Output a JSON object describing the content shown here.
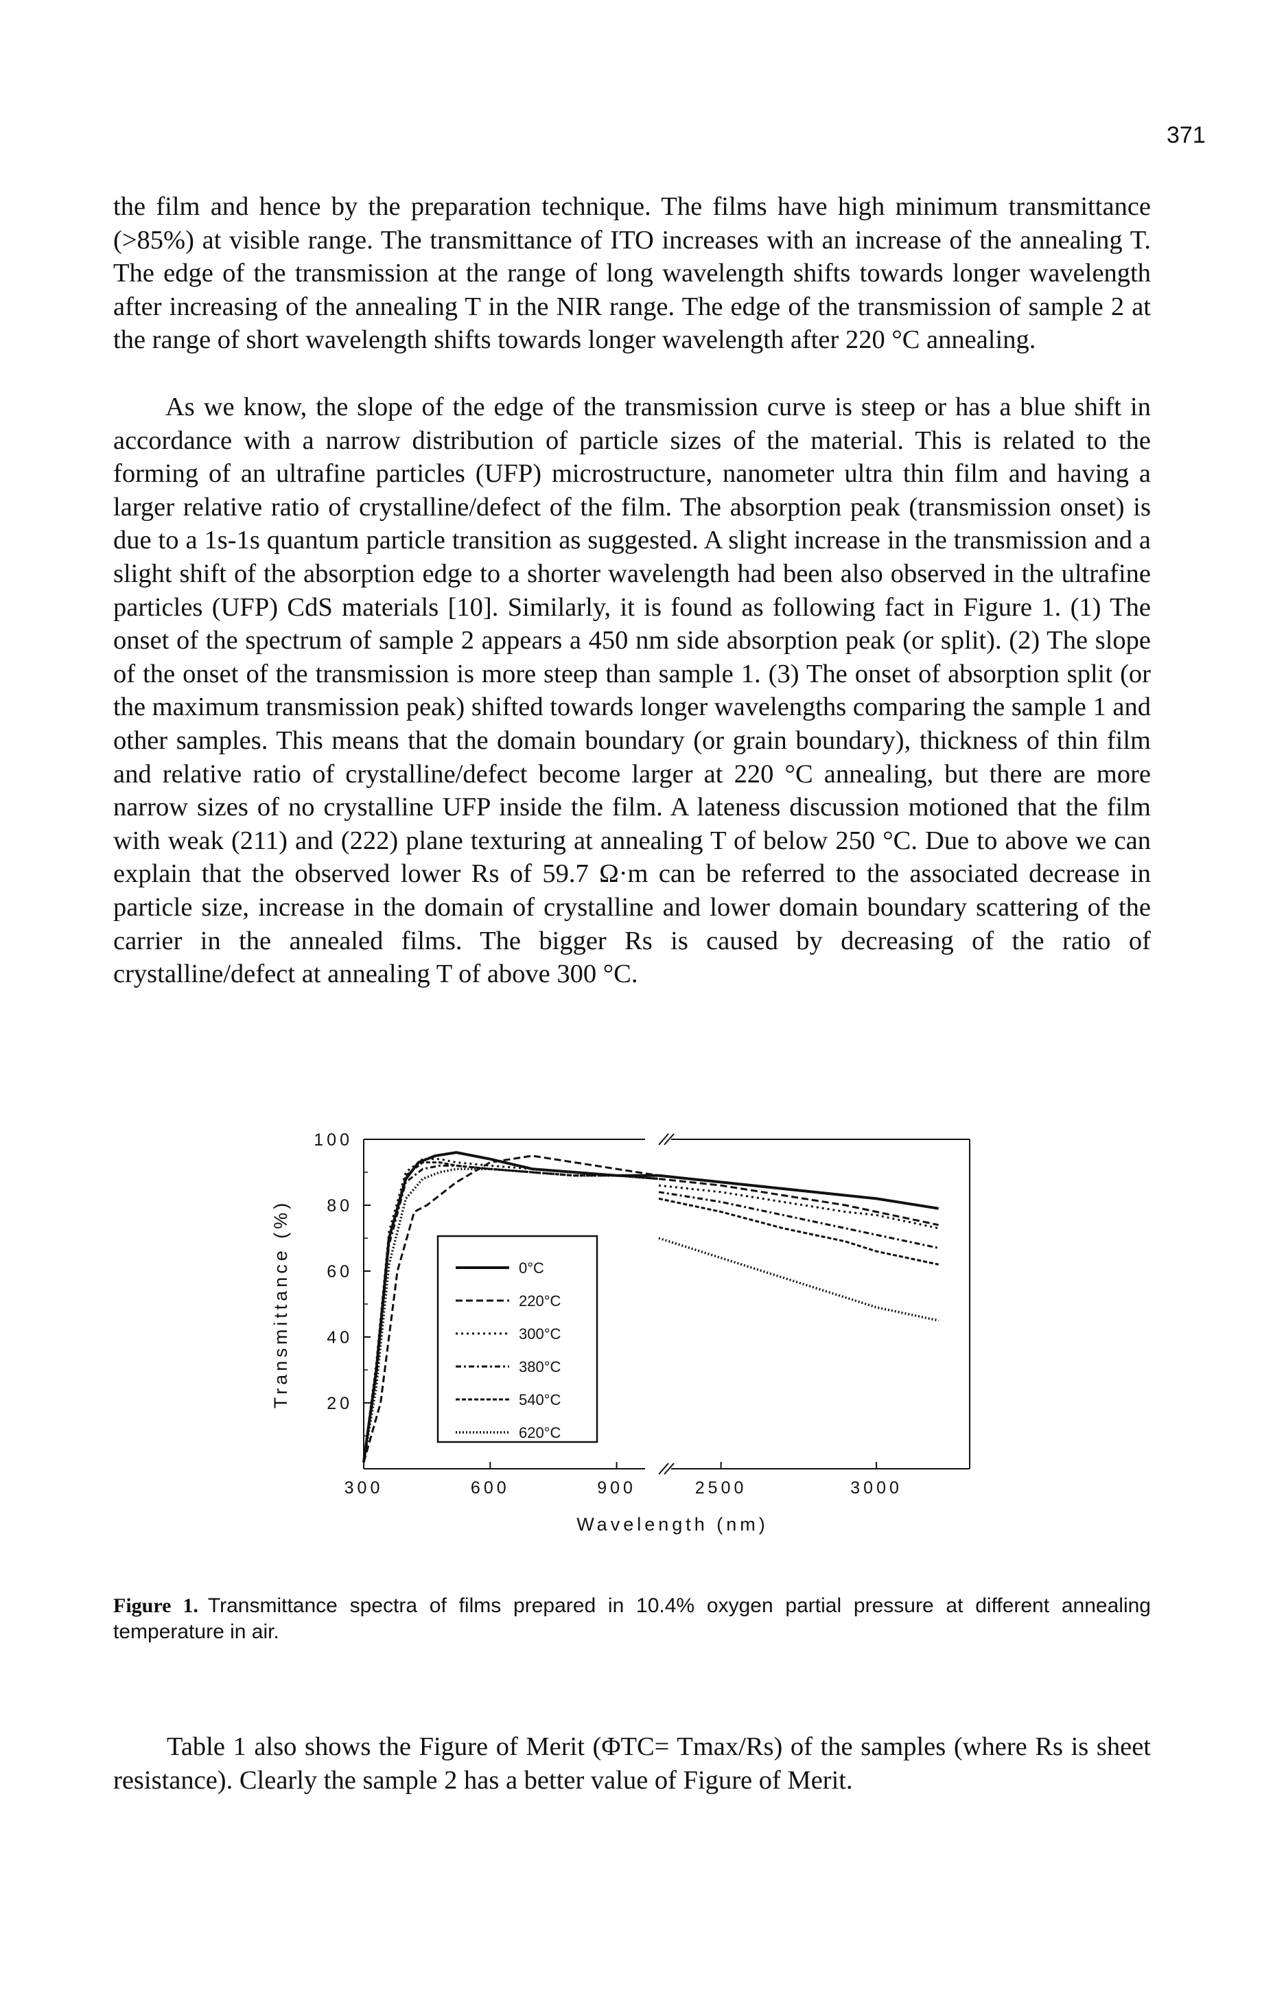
{
  "page": {
    "number": "371"
  },
  "paragraphs": {
    "p1": "the film and hence by the preparation technique. The films have high minimum transmittance (>85%) at visible range. The transmittance of ITO increases with an increase of the annealing T. The edge of the transmission at the range of long wavelength shifts towards longer wavelength after increasing of the annealing T in the NIR range. The edge of the transmission of sample 2 at the range of short wavelength shifts towards longer wavelength after 220 °C annealing.",
    "p2": "As we know, the slope of the edge of the transmission curve is steep or has a blue shift in accordance with a narrow distribution of particle sizes of the material. This is related to the forming of an ultrafine particles (UFP) microstructure, nanometer ultra thin film and having a larger relative ratio of crystalline/defect of the film. The absorption peak (transmission onset) is due to a 1s-1s quantum particle transition as suggested. A slight increase in the transmission and a slight shift of the absorption edge to a shorter wavelength had been also observed in the ultrafine particles (UFP) CdS materials [10]. Similarly, it is found as following fact in Figure 1. (1) The onset of the spectrum of sample 2 appears a 450 nm side absorption peak (or split). (2) The slope of the onset of the transmission is more steep than sample 1. (3) The onset of absorption split (or the maximum transmission peak) shifted towards longer wavelengths comparing the sample 1 and other samples. This means that the domain boundary (or grain boundary), thickness of thin film and relative ratio of crystalline/defect become larger at 220 °C annealing, but there are more narrow sizes of no crystalline UFP inside the film. A lateness discussion motioned that the film with weak (211) and (222) plane texturing at annealing T of below 250 °C. Due to above we can explain that the observed lower Rs of 59.7 Ω·m can be referred to the associated decrease in particle size, increase in the domain of crystalline and lower domain boundary scattering of the carrier in the annealed films. The bigger Rs is caused by decreasing of the ratio of crystalline/defect at annealing T of above 300 °C.",
    "p3": "Table 1 also shows the Figure of Merit (ΦTC= Tmax/Rs) of the samples (where Rs is sheet resistance). Clearly the sample 2 has a better value of Figure of Merit."
  },
  "figure": {
    "caption_label": "Figure 1.",
    "caption_text": "Transmittance spectra of films prepared in 10.4% oxygen partial pressure at different annealing temperature in air."
  },
  "chart_data": {
    "type": "line",
    "title": "",
    "xlabel": "Wavelength (nm)",
    "ylabel": "Transmittance (%)",
    "x_axis_break": [
      1000,
      2300
    ],
    "xlim_left": [
      300,
      1000
    ],
    "xlim_right": [
      2300,
      3300
    ],
    "ylim": [
      0,
      100
    ],
    "x_ticks": [
      "300",
      "600",
      "900",
      "2500",
      "3000"
    ],
    "y_ticks": [
      "100",
      "80",
      "60",
      "40",
      "20"
    ],
    "legend_position": "center-left",
    "series": [
      {
        "name": "0°C",
        "x": [
          300,
          330,
          360,
          400,
          430,
          470,
          520,
          600,
          700,
          800,
          900,
          1000,
          2300,
          2500,
          2700,
          2900,
          3000,
          3200
        ],
        "y": [
          2,
          30,
          70,
          88,
          93,
          95,
          96,
          94,
          91,
          90,
          89,
          89,
          89,
          87,
          85,
          83,
          82,
          79
        ]
      },
      {
        "name": "220°C",
        "x": [
          300,
          340,
          380,
          420,
          450,
          480,
          520,
          600,
          700,
          800,
          900,
          1000,
          2300,
          2500,
          2700,
          2900,
          3000,
          3200
        ],
        "y": [
          2,
          20,
          60,
          78,
          80,
          83,
          87,
          93,
          95,
          93,
          91,
          89,
          88,
          86,
          83,
          80,
          78,
          74
        ]
      },
      {
        "name": "300°C",
        "x": [
          300,
          330,
          360,
          400,
          440,
          480,
          520,
          600,
          700,
          800,
          900,
          1000,
          2300,
          2500,
          2700,
          2900,
          3000,
          3200
        ],
        "y": [
          2,
          32,
          72,
          90,
          94,
          94,
          93,
          92,
          91,
          90,
          89,
          89,
          86,
          84,
          81,
          78,
          77,
          73
        ]
      },
      {
        "name": "380°C",
        "x": [
          300,
          330,
          360,
          400,
          440,
          480,
          520,
          600,
          700,
          800,
          900,
          1000,
          2300,
          2500,
          2700,
          2900,
          3000,
          3200
        ],
        "y": [
          2,
          28,
          68,
          87,
          91,
          92,
          92,
          91,
          90,
          89,
          89,
          88,
          84,
          81,
          77,
          73,
          71,
          67
        ]
      },
      {
        "name": "540°C",
        "x": [
          300,
          330,
          360,
          400,
          440,
          480,
          520,
          600,
          700,
          800,
          900,
          1000,
          2300,
          2500,
          2700,
          2900,
          3000,
          3200
        ],
        "y": [
          2,
          30,
          70,
          89,
          93,
          93,
          92,
          91,
          90,
          89,
          89,
          88,
          82,
          78,
          73,
          69,
          66,
          62
        ]
      },
      {
        "name": "620°C",
        "x": [
          300,
          330,
          360,
          400,
          440,
          480,
          520,
          600,
          700,
          800,
          900,
          1000,
          2300,
          2500,
          2700,
          2900,
          3000,
          3200
        ],
        "y": [
          2,
          25,
          62,
          82,
          88,
          90,
          91,
          91,
          90,
          89,
          89,
          88,
          70,
          64,
          58,
          52,
          49,
          45
        ]
      }
    ]
  }
}
